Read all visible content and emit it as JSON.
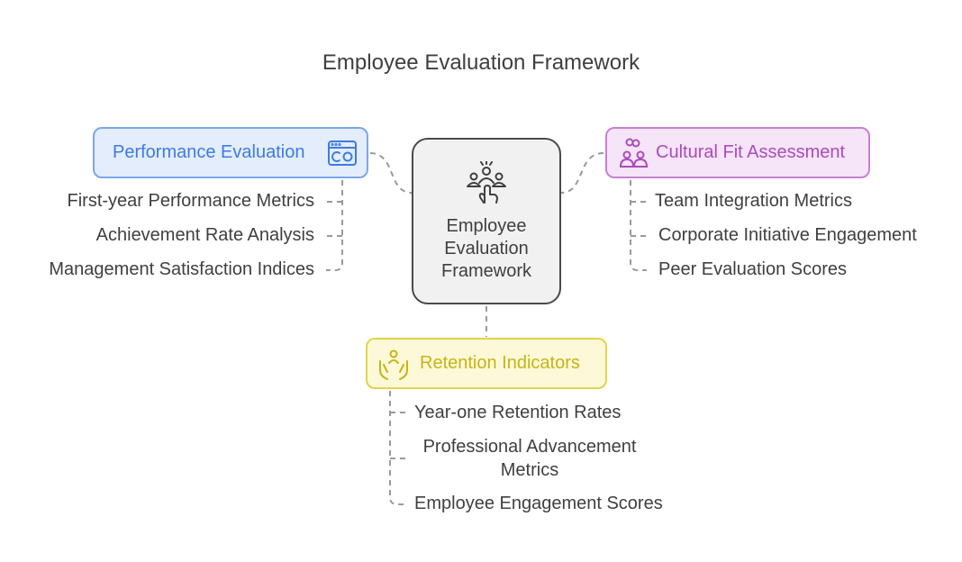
{
  "title": "Employee Evaluation Framework",
  "center": {
    "lines": [
      "Employee",
      "Evaluation",
      "Framework"
    ],
    "icon": "team-pointer-icon"
  },
  "branches": {
    "performance": {
      "label": "Performance Evaluation",
      "icon": "dashboard-window-icon",
      "color": "#3d7be0",
      "items": [
        "First-year Performance Metrics",
        "Achievement Rate Analysis",
        "Management Satisfaction Indices"
      ]
    },
    "cultural": {
      "label": "Cultural Fit Assessment",
      "icon": "group-people-icon",
      "color": "#a94cbb",
      "items": [
        "Team Integration Metrics",
        "Corporate Initiative Engagement",
        "Peer Evaluation Scores"
      ]
    },
    "retention": {
      "label": "Retention Indicators",
      "icon": "hands-holding-person-icon",
      "color": "#c8b413",
      "items": [
        "Year-one Retention Rates",
        [
          "Professional Advancement",
          "Metrics"
        ],
        "Employee Engagement Scores"
      ]
    }
  }
}
